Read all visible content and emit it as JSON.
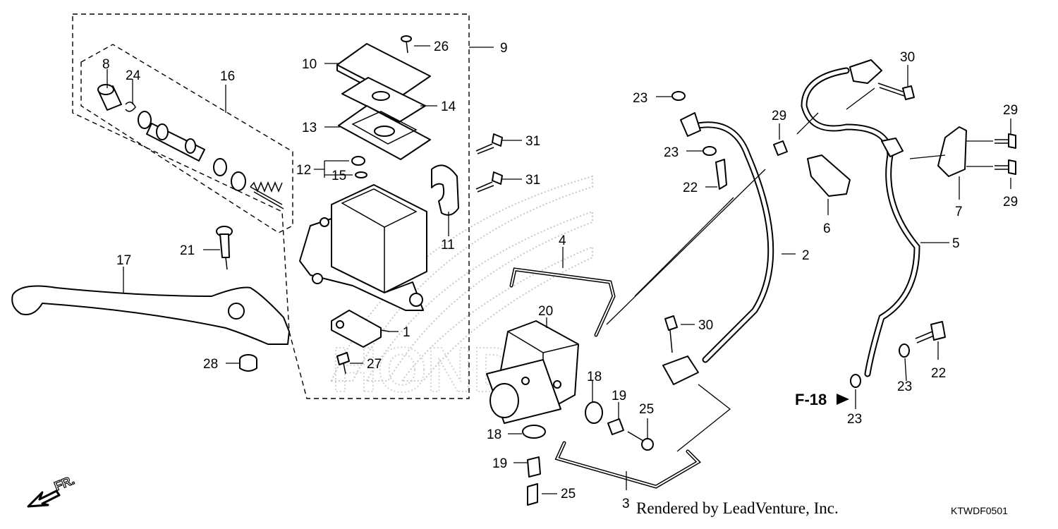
{
  "diagram": {
    "callouts": [
      "1",
      "2",
      "3",
      "4",
      "5",
      "6",
      "7",
      "8",
      "9",
      "10",
      "11",
      "12",
      "13",
      "14",
      "15",
      "16",
      "17",
      "18",
      "18",
      "19",
      "19",
      "20",
      "21",
      "22",
      "22",
      "23",
      "23",
      "23",
      "23",
      "24",
      "25",
      "25",
      "26",
      "27",
      "28",
      "29",
      "29",
      "29",
      "30",
      "30",
      "31",
      "31"
    ],
    "reference_label": "F-18",
    "direction_label": "FR.",
    "watermark": "HONDA",
    "footer_credit": "Rendered by LeadVenture, Inc.",
    "diagram_code": "KTWDF0501"
  }
}
